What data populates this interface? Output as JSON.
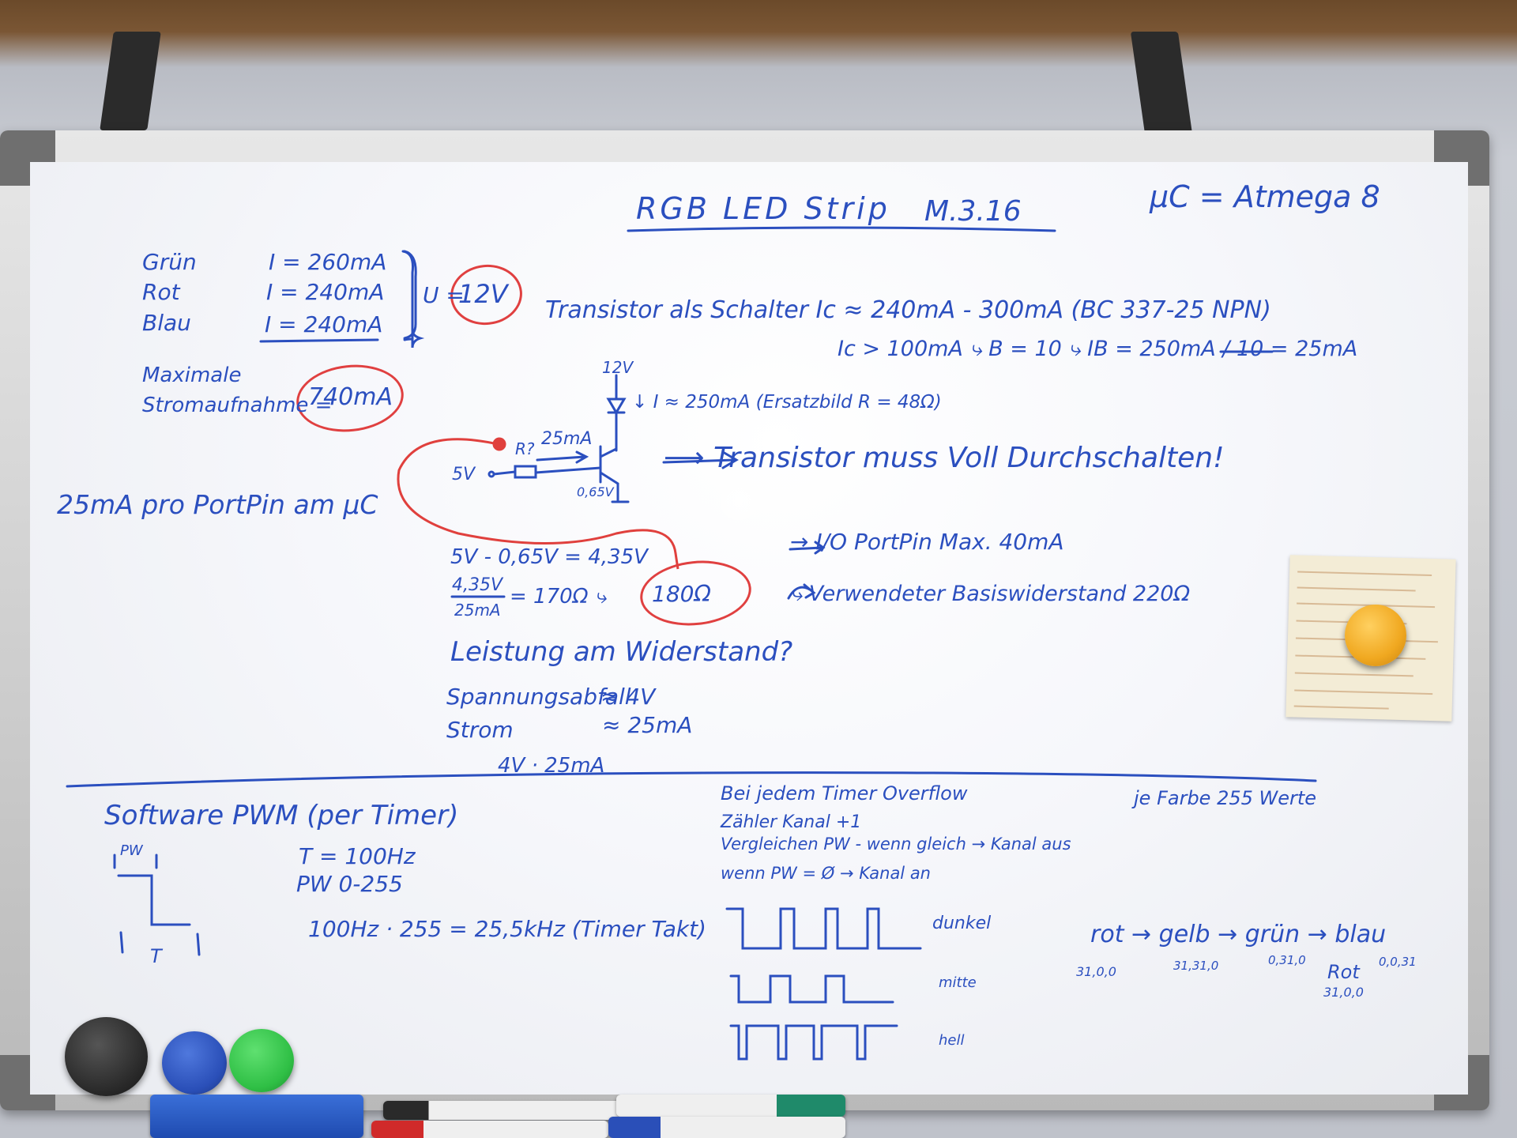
{
  "board": {
    "title": "RGB LED Strip",
    "date": "M.3.16",
    "mcu": "µC = Atmega 8",
    "currents": {
      "labels": [
        "Grün",
        "Rot",
        "Blau"
      ],
      "values": [
        "I = 260mA",
        "I = 240mA",
        "I = 240mA"
      ],
      "voltage_prefix": "U =",
      "voltage": "12V"
    },
    "max_current_label_1": "Maximale",
    "max_current_label_2": "Stromaufnahme =",
    "max_current_value": "740mA",
    "port_pin_note": "25mA pro PortPin am µC",
    "transistor_line": "Transistor als Schalter   Ic ≈ 240mA - 300mA   (BC 337-25 NPN)",
    "gain_line": "Ic > 100mA  ⤷ B = 10  ⤷  IB = 250mA / 10 = 25mA",
    "circuit": {
      "supply": "12V",
      "led_current": "↓ I ≈ 250mA  (Ersatzbild R = 48Ω)",
      "resistor": "R?",
      "base_current": "25mA",
      "input": "5V",
      "vbe": "0,65V"
    },
    "saturation_note": "⟶  Transistor muss Voll Durchschalten!",
    "io_note": "→ I/O PortPin Max. 40mA",
    "base_resistor_note": "⤷ Verwendeter Basiswiderstand 220Ω",
    "calc": {
      "line1": "5V - 0,65V = 4,35V",
      "frac_num": "4,35V",
      "frac_den": "25mA",
      "result": "= 170Ω  ⤷",
      "chosen": "180Ω"
    },
    "power": {
      "question": "Leistung am Widerstand?",
      "drop_label": "Spannungsabfall",
      "drop_value": "≈ 4V",
      "current_label": "Strom",
      "current_value": "≈ 25mA",
      "product": "4V · 25mA"
    },
    "pwm": {
      "heading": "Software PWM (per Timer)",
      "pw_mark": "PW",
      "t_mark": "T",
      "period": "T = 100Hz",
      "range": "PW 0-255",
      "clock": "100Hz · 255 = 25,5kHz (Timer Takt)"
    },
    "timer": {
      "line1": "Bei jedem Timer Overflow",
      "line2": "Zähler Kanal +1",
      "line3": "Vergleichen PW - wenn gleich → Kanal aus",
      "line4": "wenn PW = Ø → Kanal an"
    },
    "waves": [
      "dunkel",
      "mitte",
      "hell"
    ],
    "colors": {
      "note": "je Farbe 255 Werte",
      "sequence": "rot → gelb → grün → blau",
      "rot_val": "31,0,0",
      "gelb_val": "31,31,0",
      "gruen_val": "0,31,0",
      "blau_val": "0,0,31",
      "rot_back": "Rot",
      "rot_back_val": "31,0,0"
    }
  },
  "palette": {
    "ink_blue": "#2b4fbf",
    "ink_red": "#e0403d",
    "magnet_yellow": "#f0a820",
    "magnet_green": "#2fbf45",
    "magnet_blue": "#2a4fb8",
    "magnet_black": "#2a2a2a"
  }
}
